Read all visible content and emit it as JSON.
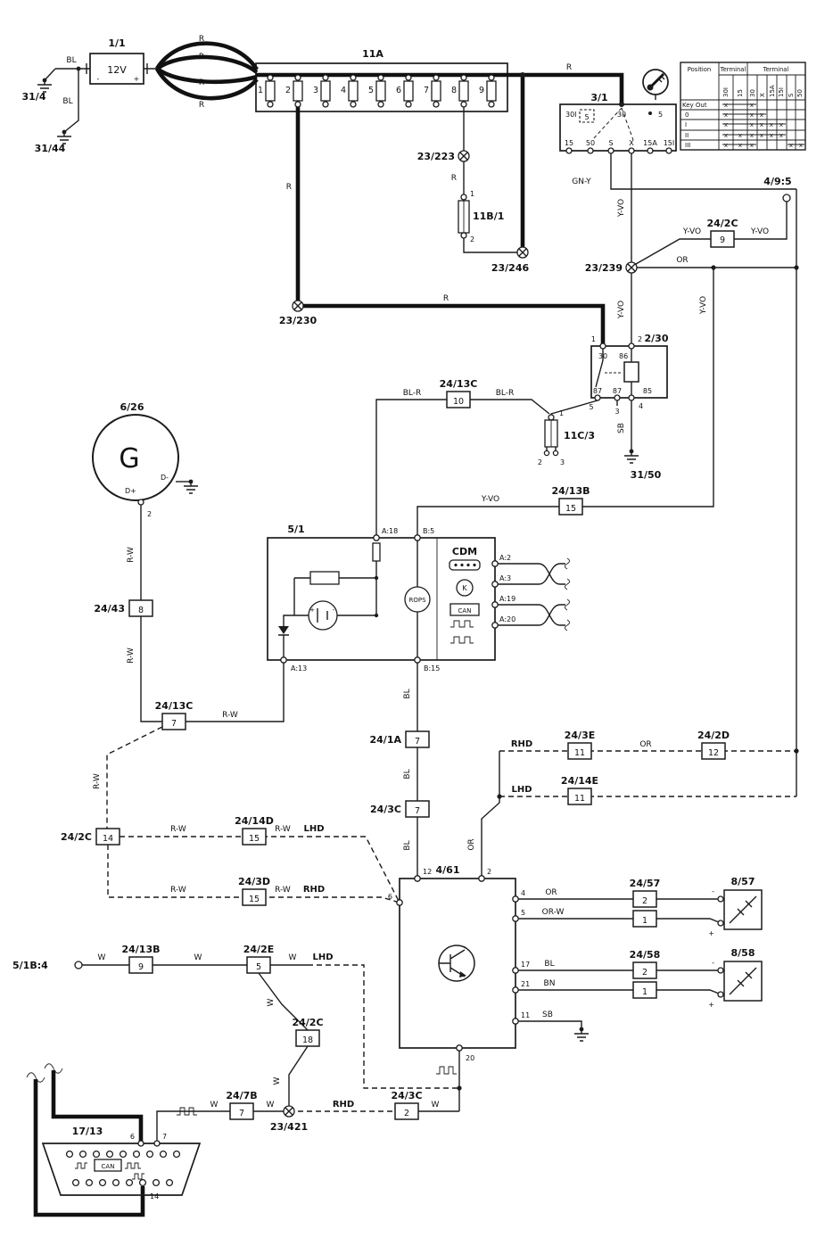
{
  "wire": {
    "r": "R",
    "bl": "BL",
    "blr": "BL-R",
    "rw": "R-W",
    "w": "W",
    "bn": "BN",
    "or": "OR",
    "orw": "OR-W",
    "sb": "SB",
    "gny": "GN-Y",
    "yvo": "Y-VO"
  },
  "variant": {
    "rhd": "RHD",
    "lhd": "LHD"
  },
  "battery": {
    "id": "1/1",
    "value": "12V",
    "plus": "+",
    "minus": "-"
  },
  "grounds": {
    "g31_4": "31/4",
    "g31_44": "31/44",
    "g31_50": "31/50"
  },
  "fusebox": {
    "id": "11A",
    "fuses": [
      "1",
      "2",
      "3",
      "4",
      "5",
      "6",
      "7",
      "8",
      "9"
    ]
  },
  "ignition": {
    "id": "3/1",
    "t30i": "30I",
    "t5_inner": "5",
    "t30": "30",
    "t5_right": "5",
    "terminals": [
      "15",
      "50",
      "S",
      "X",
      "15A",
      "15I"
    ]
  },
  "ign_table": {
    "h_position": "Position",
    "h_terminal1": "Terminal",
    "h_terminal2": "Terminal",
    "cols": [
      "30I",
      "15",
      "30",
      "X",
      "15A",
      "15I",
      "S",
      "50"
    ],
    "rows": [
      {
        "label": "Key Out",
        "marks": [
          "x",
          "",
          "x",
          "",
          "",
          "",
          "",
          ""
        ]
      },
      {
        "label": "0",
        "marks": [
          "x",
          "",
          "x",
          "x",
          "",
          "",
          "",
          ""
        ]
      },
      {
        "label": "I",
        "marks": [
          "x",
          "",
          "x",
          "x",
          "x",
          "x",
          "",
          ""
        ]
      },
      {
        "label": "II",
        "marks": [
          "x",
          "x",
          "x",
          "x",
          "x",
          "x",
          "",
          ""
        ]
      },
      {
        "label": "III",
        "marks": [
          "x",
          "x",
          "x",
          "",
          "",
          "",
          "x",
          "x"
        ]
      }
    ]
  },
  "conn": {
    "c23_223": "23/223",
    "c23_230": "23/230",
    "c23_239": "23/239",
    "c23_246": "23/246",
    "c23_421": "23/421"
  },
  "fuse11b1": {
    "id": "11B/1",
    "p1": "1",
    "p2": "2"
  },
  "fuse11c3": {
    "id": "11C/3",
    "p1": "1",
    "p2": "2",
    "p3": "3"
  },
  "relay": {
    "id": "2/30",
    "c30": "30",
    "c86": "86",
    "c87a": "87",
    "c87b": "87",
    "c85": "85",
    "p1": "1",
    "p2": "2",
    "p3": "3",
    "p4": "4",
    "p5": "5"
  },
  "gen": {
    "id": "6/26",
    "label": "G",
    "dplus": "D+",
    "dminus": "D-",
    "p2": "2"
  },
  "cdm": {
    "id": "5/1",
    "name": "CDM",
    "rops": "ROPS",
    "k": "K",
    "can": "CAN",
    "plus": "+",
    "minus": "-",
    "a18": "A:18",
    "b5": "B:5",
    "a13": "A:13",
    "b15": "B:15",
    "a2": "A:2",
    "a3": "A:3",
    "a19": "A:19",
    "a20": "A:20"
  },
  "m461": {
    "id": "4/61",
    "p12": "12",
    "p2": "2",
    "p6": "6",
    "p4": "4",
    "p5": "5",
    "p17": "17",
    "p21": "21",
    "p11": "11",
    "p20": "20"
  },
  "sq857": {
    "id": "8/57",
    "conn": "24/57",
    "pin2": "2",
    "pin1": "1",
    "plus": "+",
    "minus": "-"
  },
  "sq858": {
    "id": "8/58",
    "conn": "24/58",
    "pin2": "2",
    "pin1": "1",
    "plus": "+",
    "minus": "-"
  },
  "obd": {
    "id": "17/13",
    "can": "CAN",
    "p6": "6",
    "p7": "7",
    "p14": "14"
  },
  "t495": "4/9:5",
  "t51b4": "5/1B:4",
  "pb": {
    "p24_2c_9": {
      "id": "24/2C",
      "pin": "9"
    },
    "p24_13c_10": {
      "id": "24/13C",
      "pin": "10"
    },
    "p24_13b_15": {
      "id": "24/13B",
      "pin": "15"
    },
    "p24_43_8": {
      "id": "24/43",
      "pin": "8"
    },
    "p24_13c_7": {
      "id": "24/13C",
      "pin": "7"
    },
    "p24_1a_7": {
      "id": "24/1A",
      "pin": "7"
    },
    "p24_3c_7": {
      "id": "24/3C",
      "pin": "7"
    },
    "p24_3e_11": {
      "id": "24/3E",
      "pin": "11"
    },
    "p24_2d_12": {
      "id": "24/2D",
      "pin": "12"
    },
    "p24_14e_11": {
      "id": "24/14E",
      "pin": "11"
    },
    "p24_2c_14": {
      "id": "24/2C",
      "pin": "14"
    },
    "p24_14d_15": {
      "id": "24/14D",
      "pin": "15"
    },
    "p24_3d_15": {
      "id": "24/3D",
      "pin": "15"
    },
    "p24_13b_9": {
      "id": "24/13B",
      "pin": "9"
    },
    "p24_2e_5": {
      "id": "24/2E",
      "pin": "5"
    },
    "p24_2c_18": {
      "id": "24/2C",
      "pin": "18"
    },
    "p24_7b_7": {
      "id": "24/7B",
      "pin": "7"
    },
    "p24_3c_2": {
      "id": "24/3C",
      "pin": "2"
    }
  }
}
